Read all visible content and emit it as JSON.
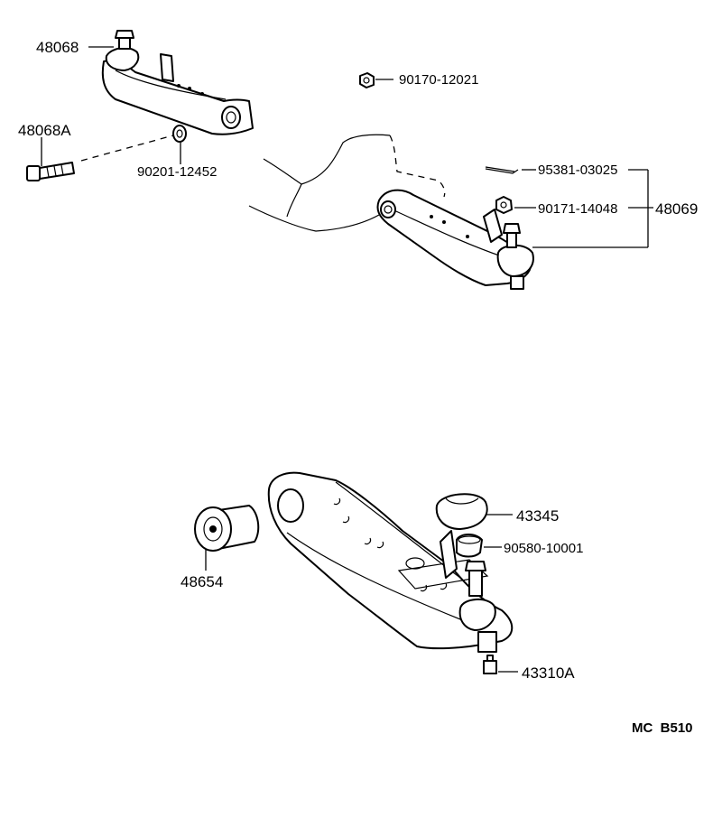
{
  "labels": {
    "p48068": "48068",
    "p48068a": "48068A",
    "p90201_12452": "90201-12452",
    "p90170_12021": "90170-12021",
    "p95381_03025": "95381-03025",
    "p90171_14048": "90171-14048",
    "p48069": "48069",
    "p43345": "43345",
    "p90580_10001": "90580-10001",
    "p48654": "48654",
    "p43310a": "43310A"
  },
  "diagram_code": "MC  B510"
}
